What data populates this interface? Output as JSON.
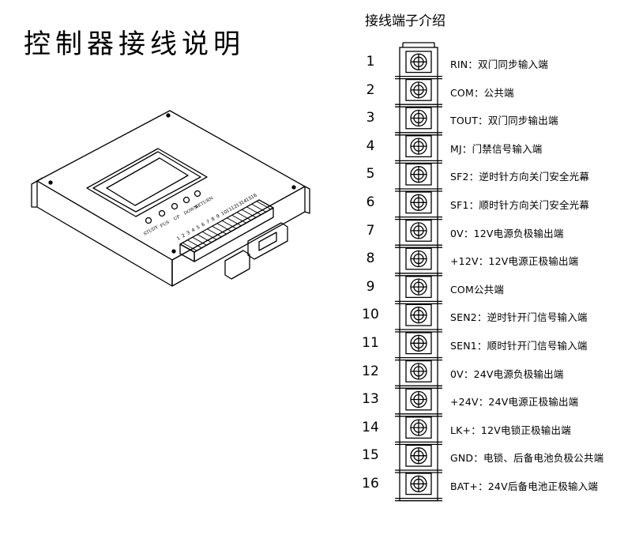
{
  "title": "控制器接线说明",
  "section_title": "接线端子介绍",
  "device_labels": {
    "buttons": [
      "STUDY",
      "FUS",
      "UP",
      "DOWN",
      "RETURN"
    ],
    "terminal_numbers": [
      "1",
      "2",
      "3",
      "4",
      "5",
      "6",
      "7",
      "8",
      "9",
      "10",
      "11",
      "12",
      "13",
      "14",
      "15",
      "16"
    ]
  },
  "terminals": [
    {
      "num": "1",
      "label": "RIN：双门同步输入端"
    },
    {
      "num": "2",
      "label": "COM：公共端"
    },
    {
      "num": "3",
      "label": "TOUT：双门同步输出端"
    },
    {
      "num": "4",
      "label": "MJ：门禁信号输入端"
    },
    {
      "num": "5",
      "label": "SF2：逆时针方向关门安全光幕"
    },
    {
      "num": "6",
      "label": "SF1：顺时针方向关门安全光幕"
    },
    {
      "num": "7",
      "label": "0V：12V电源负极输出端"
    },
    {
      "num": "8",
      "label": "+12V：12V电源正极输出端"
    },
    {
      "num": "9",
      "label": "COM公共端"
    },
    {
      "num": "10",
      "label": "SEN2：逆时针开门信号输入端"
    },
    {
      "num": "11",
      "label": "SEN1：顺时针开门信号输入端"
    },
    {
      "num": "12",
      "label": "0V：24V电源负极输出端"
    },
    {
      "num": "13",
      "label": "+24V：24V电源正极输出端"
    },
    {
      "num": "14",
      "label": "LK+：12V电锁正极输出端"
    },
    {
      "num": "15",
      "label": "GND：电锁、后备电池负极公共端"
    },
    {
      "num": "16",
      "label": "BAT+：24V后备电池正极输入端"
    }
  ]
}
